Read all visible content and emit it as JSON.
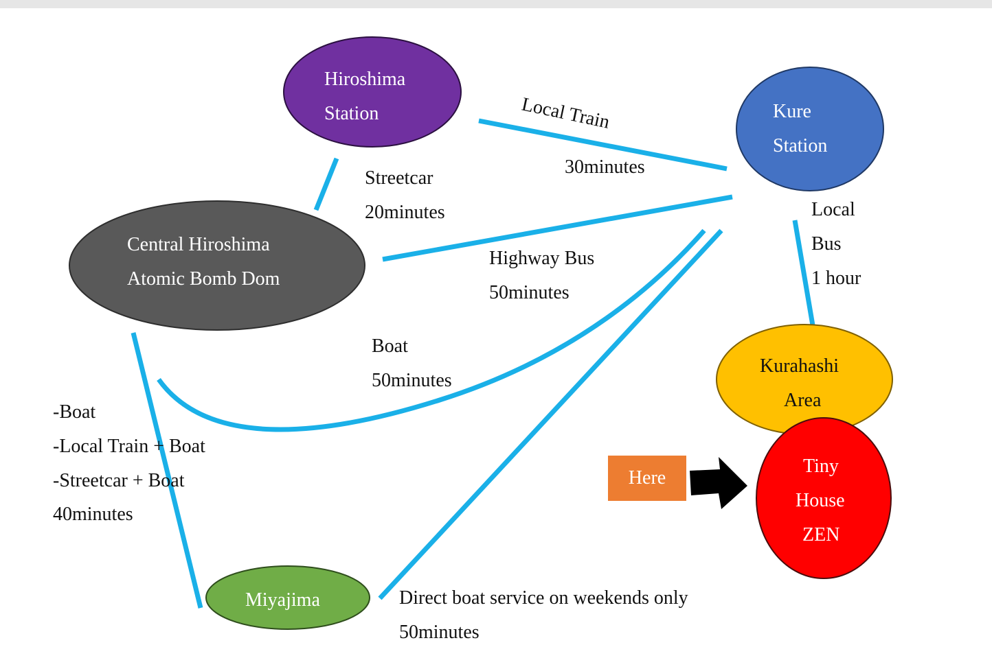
{
  "nodes": {
    "hiroshima_station": {
      "line1": "Hiroshima",
      "line2": "Station",
      "color": "#7030a0"
    },
    "kure_station": {
      "line1": "Kure",
      "line2": "Station",
      "color": "#4472c4"
    },
    "central": {
      "line1": "Central Hiroshima",
      "line2": "Atomic Bomb Dom",
      "color": "#595959"
    },
    "kurahashi": {
      "line1": "Kurahashi",
      "line2": "Area",
      "color": "#ffc000"
    },
    "tiny_house": {
      "line1": "Tiny",
      "line2": "House",
      "line3": "ZEN",
      "color": "#ff0000"
    },
    "miyajima": {
      "line1": "Miyajima",
      "color": "#70ad47"
    }
  },
  "edges": {
    "local_train": {
      "mode": "Local Train",
      "time": "30minutes"
    },
    "streetcar": {
      "mode": "Streetcar",
      "time": "20minutes"
    },
    "local_bus": {
      "line1": "Local",
      "line2": "Bus",
      "line3": "1 hour"
    },
    "highway_bus": {
      "mode": "Highway Bus",
      "time": "50minutes"
    },
    "boat": {
      "mode": "Boat",
      "time": "50minutes"
    },
    "miyajima_routes": {
      "r1": "-Boat",
      "r2": "-Local Train + Boat",
      "r3": "-Streetcar + Boat",
      "time": "40minutes"
    },
    "direct_boat": {
      "mode": "Direct boat service on weekends only",
      "time": "50minutes"
    }
  },
  "here": {
    "label": "Here",
    "color": "#ed7d31"
  },
  "connector_color": "#1ab0e8"
}
